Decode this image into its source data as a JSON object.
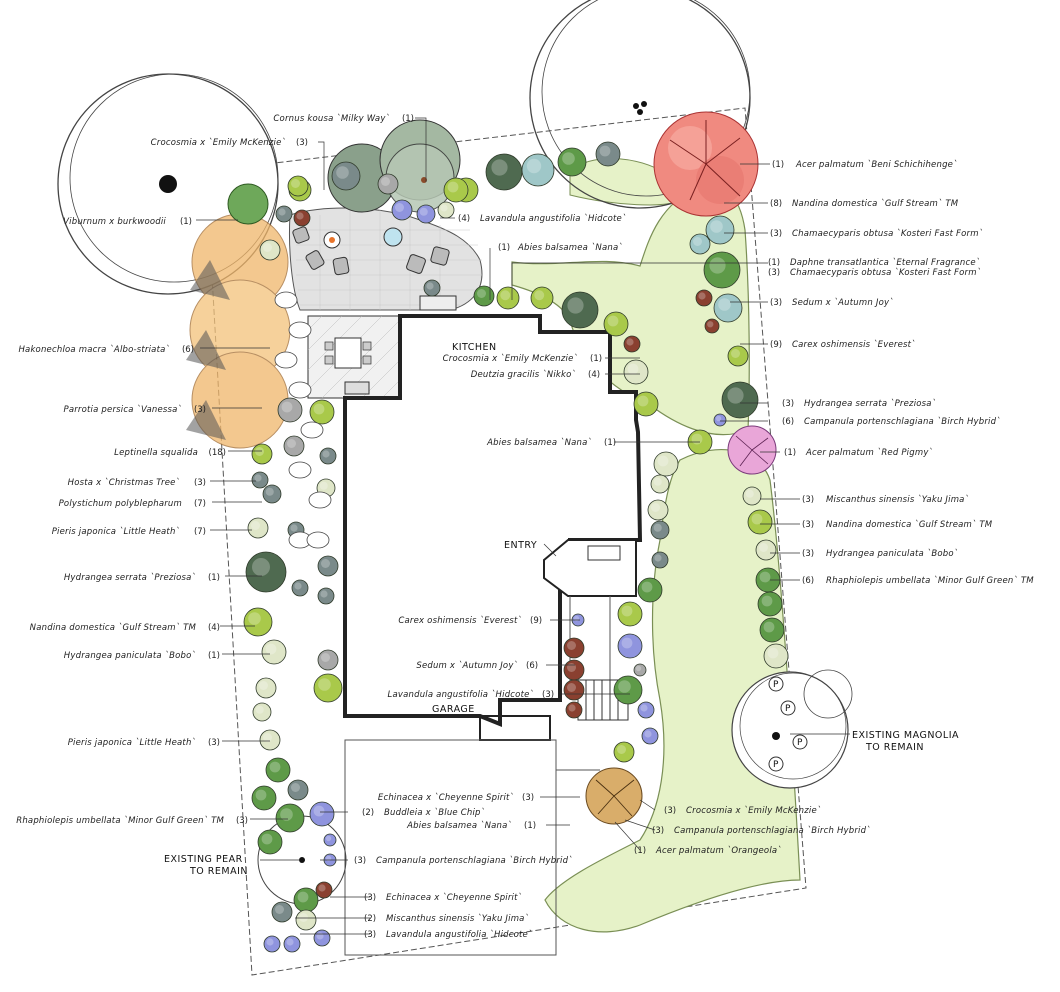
{
  "rooms": {
    "kitchen": "KITCHEN",
    "entry": "ENTRY",
    "garage": "GARAGE"
  },
  "callouts": {
    "existing_magnolia_1": "EXISTING MAGNOLIA",
    "existing_magnolia_2": "TO REMAIN",
    "existing_pear_1": "EXISTING PEAR",
    "existing_pear_2": "TO REMAIN"
  },
  "plants_left": [
    {
      "name": "Cornus kousa `Milky Way`",
      "count": "(1)"
    },
    {
      "name": "Crocosmia x `Emily McKenzie`",
      "count": "(3)"
    },
    {
      "name": "Viburnum x burkwoodii",
      "count": "(1)"
    },
    {
      "name": "Hakonechloa macra `Albo-striata`",
      "count": "(6)"
    },
    {
      "name": "Parrotia persica `Vanessa`",
      "count": "(3)"
    },
    {
      "name": "Leptinella squalida",
      "count": "(18)"
    },
    {
      "name": "Hosta x `Christmas Tree`",
      "count": "(3)"
    },
    {
      "name": "Polystichum polyblepharum",
      "count": "(7)"
    },
    {
      "name": "Pieris japonica `Little Heath`",
      "count": "(7)"
    },
    {
      "name": "Hydrangea serrata `Preziosa`",
      "count": "(1)"
    },
    {
      "name": "Nandina domestica `Gulf Stream` TM",
      "count": "(4)"
    },
    {
      "name": "Hydrangea paniculata `Bobo`",
      "count": "(1)"
    },
    {
      "name": "Pieris japonica `Little Heath`",
      "count": "(3)"
    },
    {
      "name": "Rhaphiolepis umbellata `Minor Gulf Green` TM",
      "count": "(3)"
    }
  ],
  "plants_right": [
    {
      "name": "Acer palmatum `Beni Schichihenge`",
      "count": "(1)"
    },
    {
      "name": "Nandina domestica `Gulf Stream` TM",
      "count": "(8)"
    },
    {
      "name": "Chamaecyparis obtusa `Kosteri Fast Form`",
      "count": "(3)"
    },
    {
      "name": "Daphne transatlantica `Eternal Fragrance`",
      "count": "(1)"
    },
    {
      "name": "Chamaecyparis obtusa `Kosteri Fast Form`",
      "count": "(3)"
    },
    {
      "name": "Sedum x `Autumn Joy`",
      "count": "(3)"
    },
    {
      "name": "Carex oshimensis `Everest`",
      "count": "(9)"
    },
    {
      "name": "Hydrangea serrata `Preziosa`",
      "count": "(3)"
    },
    {
      "name": "Campanula portenschlagiana `Birch Hybrid`",
      "count": "(6)"
    },
    {
      "name": "Acer palmatum `Red Pigmy`",
      "count": "(1)"
    },
    {
      "name": "Miscanthus sinensis `Yaku Jima`",
      "count": "(3)"
    },
    {
      "name": "Nandina domestica `Gulf Stream` TM",
      "count": "(3)"
    },
    {
      "name": "Hydrangea paniculata `Bobo`",
      "count": "(3)"
    },
    {
      "name": "Rhaphiolepis umbellata `Minor Gulf Green` TM",
      "count": "(6)"
    }
  ],
  "plants_center": [
    {
      "name": "Lavandula angustifolia `Hidcote`",
      "count": "(4)"
    },
    {
      "name": "Abies balsamea `Nana`",
      "count": "(1)"
    },
    {
      "name": "Crocosmia x `Emily McKenzie`",
      "count": "(1)"
    },
    {
      "name": "Deutzia gracilis `Nikko`",
      "count": "(4)"
    },
    {
      "name": "Abies balsamea `Nana`",
      "count": "(1)"
    },
    {
      "name": "Carex oshimensis `Everest`",
      "count": "(9)"
    },
    {
      "name": "Sedum x `Autumn Joy`",
      "count": "(6)"
    },
    {
      "name": "Lavandula angustifolia `Hidcote`",
      "count": "(3)"
    }
  ],
  "plants_bottom": [
    {
      "name": "Echinacea x `Cheyenne Spirit`",
      "count": "(3)"
    },
    {
      "name": "Buddleia x `Blue Chip`",
      "count": "(2)"
    },
    {
      "name": "Abies balsamea `Nana`",
      "count": "(1)"
    },
    {
      "name": "Campanula portenschlagiana `Birch Hybrid`",
      "count": "(3)"
    },
    {
      "name": "Echinacea x `Cheyenne Spirit`",
      "count": "(3)"
    },
    {
      "name": "Miscanthus sinensis `Yaku Jima`",
      "count": "(2)"
    },
    {
      "name": "Lavandula angustifolia `Hidcote`",
      "count": "(3)"
    },
    {
      "name": "Crocosmia x `Emily McKenzie`",
      "count": "(3)"
    },
    {
      "name": "Campanula portenschlagiana `Birch Hybrid`",
      "count": "(3)"
    },
    {
      "name": "Acer palmatum `Orangeola`",
      "count": "(1)"
    }
  ],
  "colors": {
    "lawn": "#e6f2c8",
    "lawn_edge": "#7a8f55",
    "paving": "#e2e2e2",
    "house_wall": "#222222",
    "tree_red": "#f08a80",
    "tree_pink": "#e9a6d8",
    "shrub_green": "#5e9a48",
    "shrub_lime": "#a9c94a",
    "shrub_blue": "#8f94de",
    "shrub_teal": "#9fc7c8",
    "shrub_orange": "#f0b66a",
    "canopy_gray": "#9bb39a"
  }
}
